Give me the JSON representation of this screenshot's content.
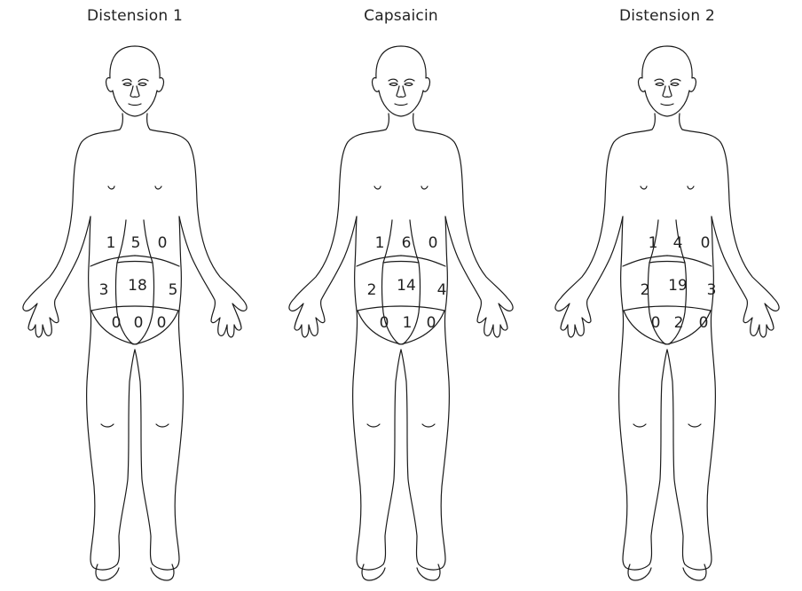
{
  "figures": [
    {
      "title": "Distension 1",
      "regions": {
        "upper_left": "1",
        "upper_center": "5",
        "upper_right": "0",
        "mid_left": "3",
        "mid_center": "18",
        "mid_right": "5",
        "lower_left": "0",
        "lower_center": "0",
        "lower_right": "0"
      }
    },
    {
      "title": "Capsaicin",
      "regions": {
        "upper_left": "1",
        "upper_center": "6",
        "upper_right": "0",
        "mid_left": "2",
        "mid_center": "14",
        "mid_right": "4",
        "lower_left": "0",
        "lower_center": "1",
        "lower_right": "0"
      }
    },
    {
      "title": "Distension 2",
      "regions": {
        "upper_left": "1",
        "upper_center": "4",
        "upper_right": "0",
        "mid_left": "2",
        "mid_center": "19",
        "mid_right": "3",
        "lower_left": "0",
        "lower_center": "2",
        "lower_right": "0"
      }
    }
  ]
}
